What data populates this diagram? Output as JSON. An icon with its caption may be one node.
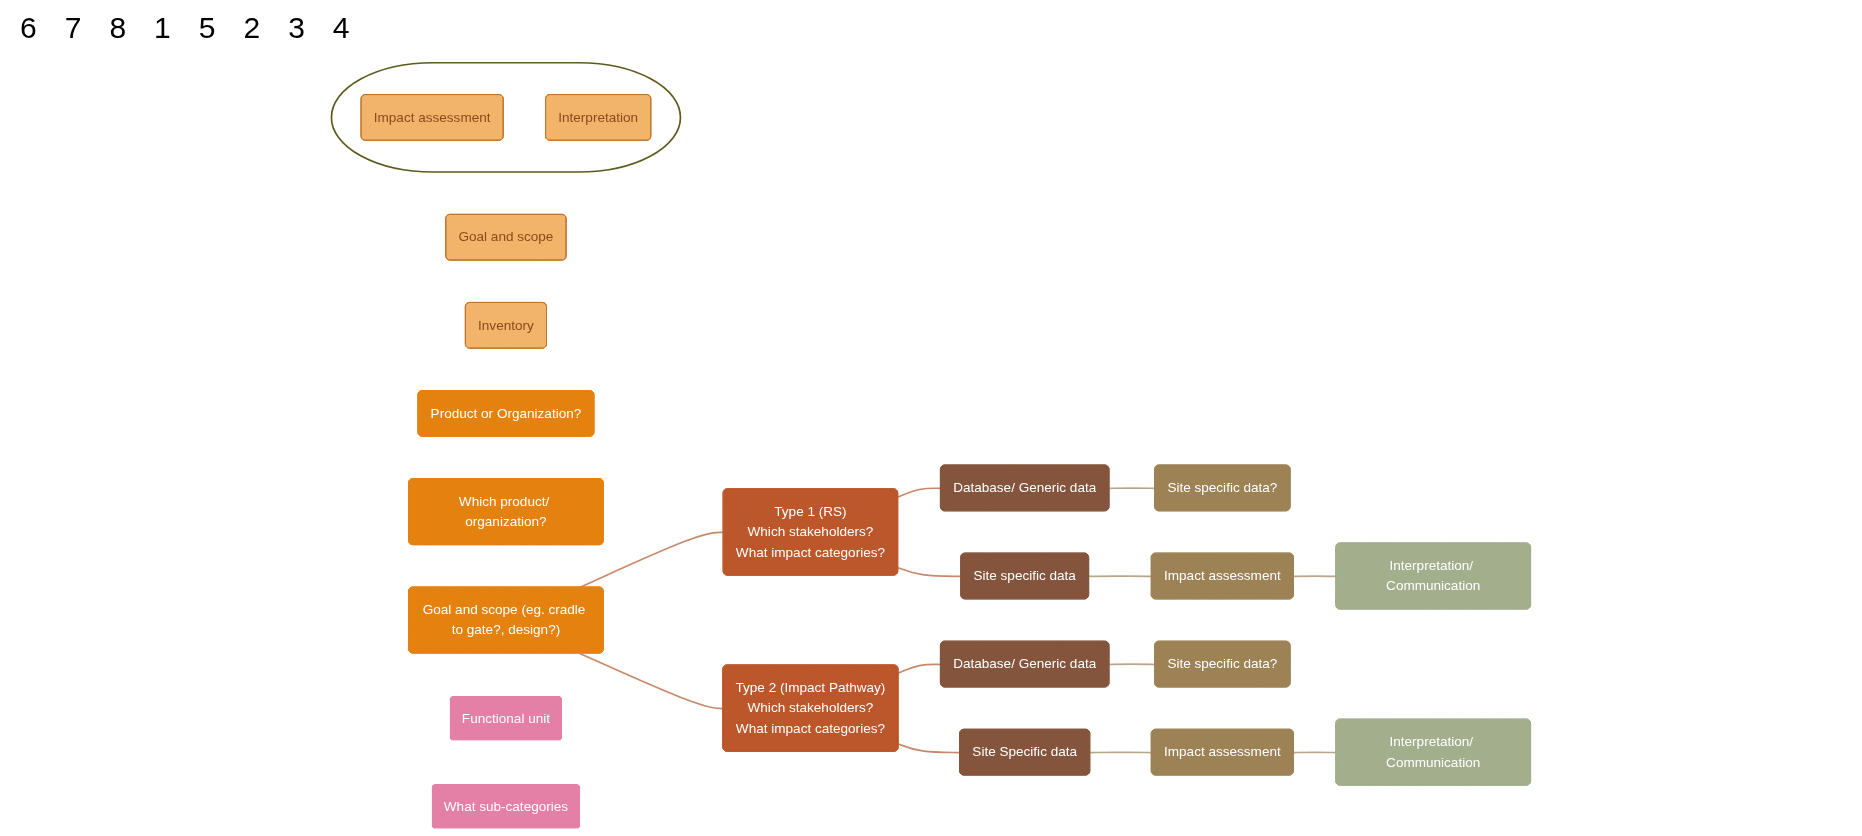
{
  "diagram": {
    "nodes": [
      {
        "text": [
          "Goal and scope"
        ]
      },
      {
        "text": [
          "Inventory"
        ]
      },
      {
        "text": [],
        "shape": "ellipse"
      },
      {
        "text": [
          "Impact assessment"
        ],
        "in": 2
      },
      {
        "text": [
          "Interpretation"
        ],
        "in": 2
      },
      {
        "text": [
          "Product or Organization?"
        ]
      },
      {
        "text": [
          "Which product/ organization?"
        ]
      },
      {
        "text": [
          "Goal and scope (eg. cradle to gate?, design?)"
        ]
      },
      {
        "text": [
          "Functional unit"
        ]
      },
      {
        "text": [
          "Type 1 (RS)",
          "Which stakeholders?",
          "What impact categories?"
        ]
      },
      {
        "text": [
          "What sub-categories"
        ]
      },
      {
        "text": [
          "Database/ Generic data"
        ]
      },
      {
        "text": [
          "Site specific data?"
        ]
      },
      {
        "text": [
          "Site specific data"
        ]
      },
      {
        "text": [
          "Impact assessment"
        ]
      },
      {
        "text": [
          "Interpretation/ Communication"
        ]
      },
      {
        "text": [
          "Type 2 (Impact Pathway)",
          "Which stakeholders?",
          "What impact categories?"
        ]
      },
      {
        "text": [
          "Database/ Generic data"
        ]
      },
      {
        "text": [
          "Site specific data?"
        ]
      },
      {
        "text": [
          "Site Specific data"
        ]
      },
      {
        "text": [
          "Impact assessment"
        ]
      },
      {
        "text": [
          "Interpretation/ Communication"
        ]
      }
    ],
    "edges": [
      {
        "from": 7,
        "to": 9,
        "arrow": "none",
        "color": "#c8896a"
      },
      {
        "from": 7,
        "to": 16,
        "arrow": "none",
        "color": "#c8896a"
      },
      {
        "from": 9,
        "to": 11,
        "arrow": "none",
        "color": "#c8896a"
      },
      {
        "from": 9,
        "to": 13,
        "arrow": "none",
        "color": "#c8896a"
      },
      {
        "from": 11,
        "to": 12,
        "arrow": "none"
      },
      {
        "from": 13,
        "to": 14,
        "arrow": "none"
      },
      {
        "from": 14,
        "to": 15,
        "arrow": "none"
      },
      {
        "from": 16,
        "to": 17,
        "arrow": "none",
        "color": "#c8896a"
      },
      {
        "from": 16,
        "to": 19,
        "arrow": "none",
        "color": "#c8896a"
      },
      {
        "from": 17,
        "to": 18,
        "arrow": "none"
      },
      {
        "from": 19,
        "to": 20,
        "arrow": "none"
      },
      {
        "from": 20,
        "to": 21,
        "arrow": "none"
      }
    ],
    "labels": [
      "6",
      "7",
      "8",
      "1",
      "5",
      "2",
      "3",
      "4"
    ]
  }
}
